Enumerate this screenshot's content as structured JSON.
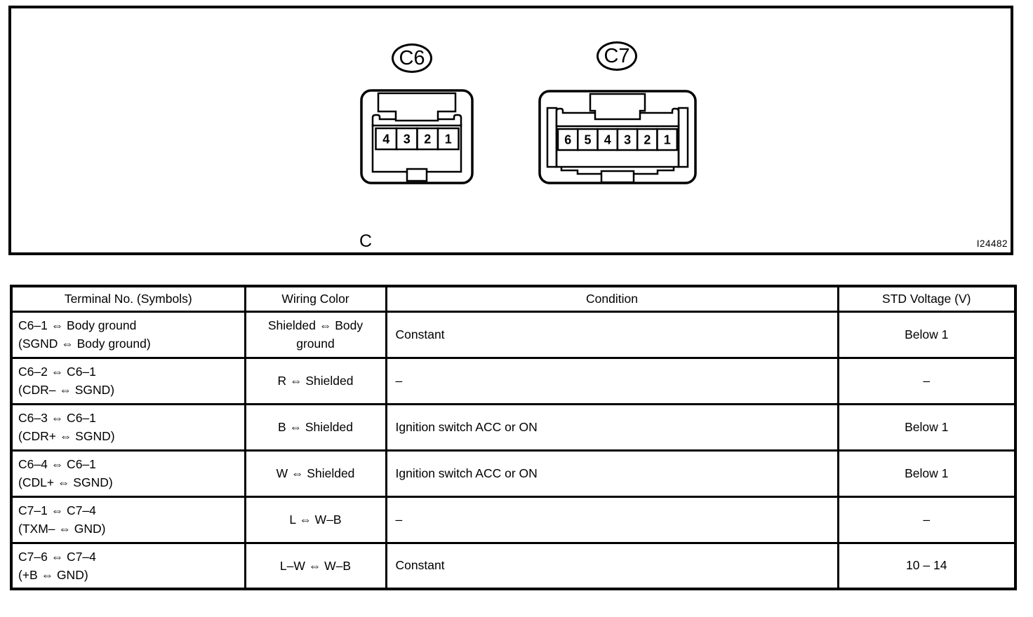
{
  "figure": {
    "c6_label": "C6",
    "c7_label": "C7",
    "c6_pins": [
      "4",
      "3",
      "2",
      "1"
    ],
    "c7_pins": [
      "6",
      "5",
      "4",
      "3",
      "2",
      "1"
    ],
    "caption": "C",
    "figure_id": "I24482"
  },
  "table": {
    "headers": [
      "Terminal No. (Symbols)",
      "Wiring Color",
      "Condition",
      "STD Voltage (V)"
    ],
    "rows": [
      {
        "terminal_line1": "C6–1 ⇔ Body ground",
        "terminal_line2": "(SGND ⇔ Body ground)",
        "wiring_color": "Shielded ⇔ Body ground",
        "condition": "Constant",
        "std_voltage": "Below 1"
      },
      {
        "terminal_line1": "C6–2 ⇔ C6–1",
        "terminal_line2": "(CDR– ⇔ SGND)",
        "wiring_color": "R ⇔ Shielded",
        "condition": "–",
        "std_voltage": "–"
      },
      {
        "terminal_line1": "C6–3 ⇔ C6–1",
        "terminal_line2": "(CDR+ ⇔ SGND)",
        "wiring_color": "B ⇔ Shielded",
        "condition": "Ignition switch ACC or ON",
        "std_voltage": "Below 1"
      },
      {
        "terminal_line1": "C6–4 ⇔ C6–1",
        "terminal_line2": "(CDL+ ⇔ SGND)",
        "wiring_color": "W ⇔ Shielded",
        "condition": "Ignition switch ACC or ON",
        "std_voltage": "Below 1"
      },
      {
        "terminal_line1": "C7–1 ⇔ C7–4",
        "terminal_line2": "(TXM– ⇔ GND)",
        "wiring_color": "L ⇔ W–B",
        "condition": "–",
        "std_voltage": "–"
      },
      {
        "terminal_line1": "C7–6 ⇔ C7–4",
        "terminal_line2": "(+B ⇔ GND)",
        "wiring_color": "L–W ⇔ W–B",
        "condition": "Constant",
        "std_voltage": "10 – 14"
      }
    ]
  },
  "colors": {
    "line": "#000000",
    "background": "#ffffff"
  }
}
